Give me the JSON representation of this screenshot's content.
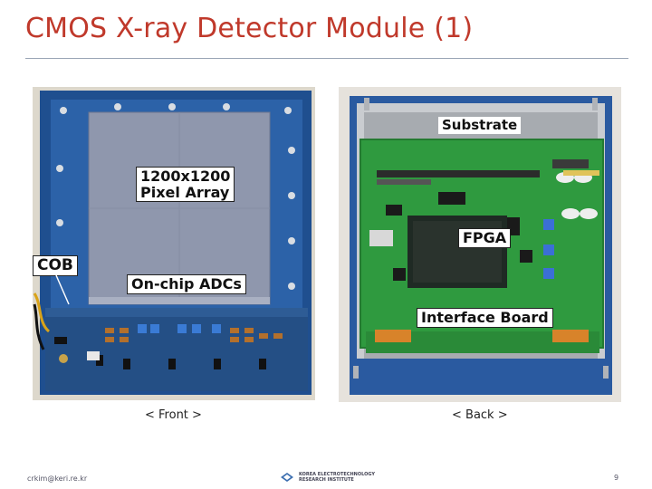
{
  "slide": {
    "title": "CMOS X-ray Detector Module (1)"
  },
  "front": {
    "labels": {
      "pixel_array_line1": "1200x1200",
      "pixel_array_line2": "Pixel Array",
      "cob": "COB",
      "adc": "On-chip ADCs"
    },
    "caption": "< Front >"
  },
  "back": {
    "labels": {
      "substrate": "Substrate",
      "fpga": "FPGA",
      "interface": "Interface Board"
    },
    "caption": "< Back >"
  },
  "footer": {
    "email": "crkim@keri.re.kr",
    "logo_line1": "KOREA ELECTROTECHNOLOGY",
    "logo_line2": "RESEARCH INSTITUTE",
    "page": "9"
  }
}
